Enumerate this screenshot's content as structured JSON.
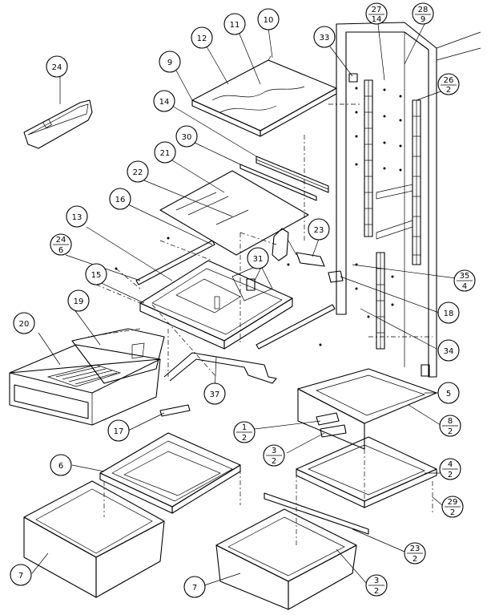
{
  "callouts": [
    {
      "id": "c24",
      "label": "24"
    },
    {
      "id": "c12",
      "label": "12"
    },
    {
      "id": "c11",
      "label": "11"
    },
    {
      "id": "c10",
      "label": "10"
    },
    {
      "id": "c33",
      "label": "33"
    },
    {
      "id": "c27_14",
      "top": "27",
      "bottom": "14"
    },
    {
      "id": "c28_9",
      "top": "28",
      "bottom": "9"
    },
    {
      "id": "c9",
      "label": "9"
    },
    {
      "id": "c26_2",
      "top": "26",
      "bottom": "2"
    },
    {
      "id": "c14",
      "label": "14"
    },
    {
      "id": "c30",
      "label": "30"
    },
    {
      "id": "c21",
      "label": "21"
    },
    {
      "id": "c22",
      "label": "22"
    },
    {
      "id": "c16",
      "label": "16"
    },
    {
      "id": "c13",
      "label": "13"
    },
    {
      "id": "c23",
      "label": "23"
    },
    {
      "id": "c24_6",
      "top": "24",
      "bottom": "6"
    },
    {
      "id": "c31",
      "label": "31"
    },
    {
      "id": "c15",
      "label": "15"
    },
    {
      "id": "c35_4",
      "top": "35",
      "bottom": "4"
    },
    {
      "id": "c19",
      "label": "19"
    },
    {
      "id": "c18",
      "label": "18"
    },
    {
      "id": "c20",
      "label": "20"
    },
    {
      "id": "c34",
      "label": "34"
    },
    {
      "id": "c5",
      "label": "5"
    },
    {
      "id": "c37",
      "label": "37"
    },
    {
      "id": "c8_2",
      "top": "8",
      "bottom": "2"
    },
    {
      "id": "c17",
      "label": "17"
    },
    {
      "id": "c1_2",
      "top": "1",
      "bottom": "2"
    },
    {
      "id": "c3_2",
      "top": "3",
      "bottom": "2"
    },
    {
      "id": "c6",
      "label": "6"
    },
    {
      "id": "c4_2",
      "top": "4",
      "bottom": "2"
    },
    {
      "id": "c29_2",
      "top": "29",
      "bottom": "2"
    },
    {
      "id": "c23_2",
      "top": "23",
      "bottom": "2"
    },
    {
      "id": "c7",
      "label": "7"
    },
    {
      "id": "c7b",
      "label": "7"
    },
    {
      "id": "c3_2b",
      "top": "3",
      "bottom": "2"
    }
  ]
}
